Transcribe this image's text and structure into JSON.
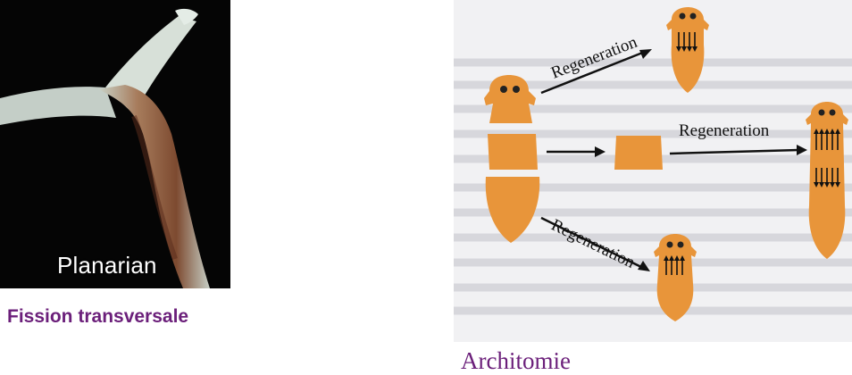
{
  "photo": {
    "label": "Planarian"
  },
  "left_caption": "Fission transversale",
  "diagram": {
    "arrow_top_label": "Regeneration",
    "arrow_middle_label": "Regeneration",
    "arrow_bottom_label": "Regeneration"
  },
  "right_caption": "Architomie",
  "colors": {
    "worm": "#e8953a",
    "caption": "#6b1f7a",
    "background_page": "#f1f1f3"
  }
}
